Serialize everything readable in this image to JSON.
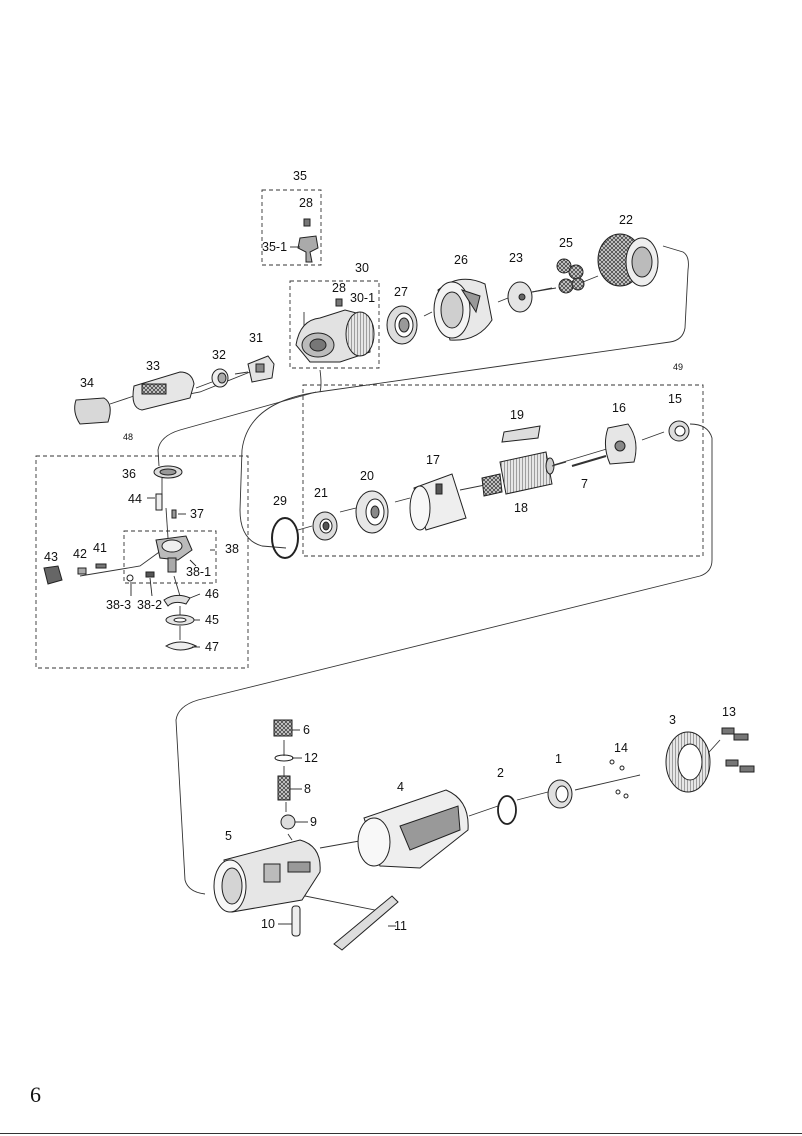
{
  "page_number": "6",
  "groups": {
    "g35": "35",
    "g30": "30",
    "g48": "48",
    "g49": "49"
  },
  "labels": {
    "p28a": "28",
    "p35_1": "35-1",
    "p28b": "28",
    "p30_1": "30-1",
    "p22": "22",
    "p25": "25",
    "p23": "23",
    "p26": "26",
    "p27": "27",
    "p31": "31",
    "p32": "32",
    "p33": "33",
    "p34": "34",
    "p19": "19",
    "p16": "16",
    "p15": "15",
    "p17": "17",
    "p20": "20",
    "p21": "21",
    "p29": "29",
    "p18": "18",
    "p7": "7",
    "p36": "36",
    "p44": "44",
    "p37": "37",
    "p38": "38",
    "p38_1": "38-1",
    "p43": "43",
    "p42": "42",
    "p41": "41",
    "p38_3": "38-3",
    "p38_2": "38-2",
    "p46": "46",
    "p45": "45",
    "p47": "47",
    "p6": "6",
    "p12": "12",
    "p8": "8",
    "p9": "9",
    "p5": "5",
    "p10": "10",
    "p11": "11",
    "p4": "4",
    "p2": "2",
    "p1": "1",
    "p14": "14",
    "p3": "3",
    "p13": "13"
  }
}
